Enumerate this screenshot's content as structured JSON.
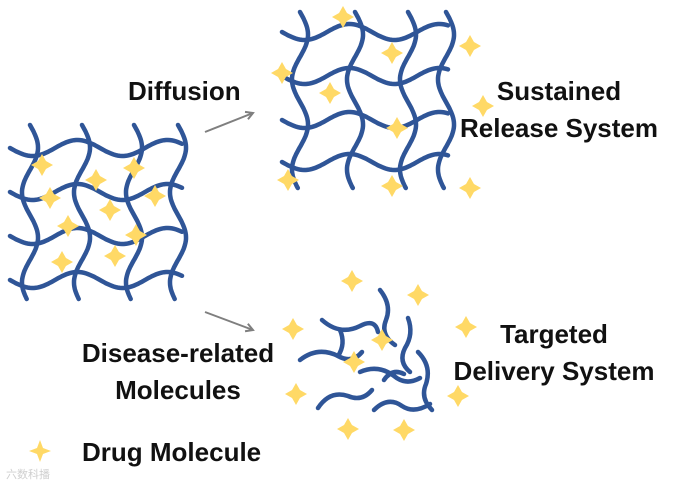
{
  "colors": {
    "fiber": "#2F5597",
    "drug": "#FFD966",
    "arrow": "#7F7F7F",
    "text": "#111111"
  },
  "labels": {
    "diffusion": "Diffusion",
    "sustained_line1": "Sustained",
    "sustained_line2": "Release System",
    "disease_line1": "Disease-related",
    "disease_line2": "Molecules",
    "targeted_line1": "Targeted",
    "targeted_line2": "Delivery System",
    "legend_drug": "Drug Molecule"
  },
  "legend": {
    "icon": "four-point-star-icon"
  },
  "watermark": "六数科播"
}
